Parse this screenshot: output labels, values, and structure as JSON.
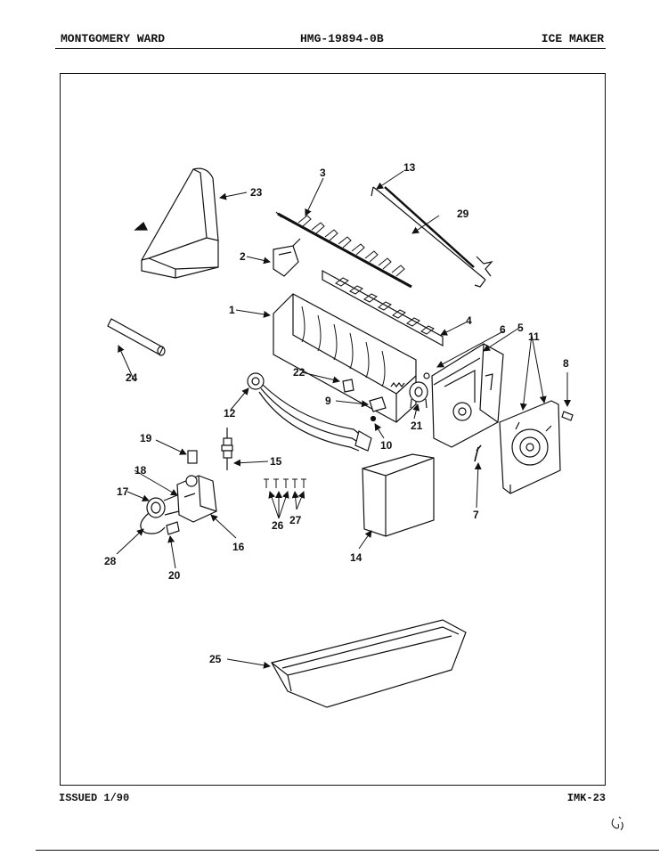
{
  "header": {
    "brand": "MONTGOMERY WARD",
    "model": "HMG-19894-0B",
    "section": "ICE MAKER"
  },
  "footer": {
    "issued": "ISSUED 1/90",
    "page_code": "IMK-23"
  },
  "diagram": {
    "part_labels": [
      "1",
      "2",
      "3",
      "4",
      "5",
      "6",
      "7",
      "8",
      "9",
      "10",
      "11",
      "12",
      "13",
      "14",
      "15",
      "16",
      "17",
      "18",
      "19",
      "20",
      "21",
      "22",
      "23",
      "24",
      "25",
      "26",
      "27",
      "28",
      "29"
    ]
  }
}
